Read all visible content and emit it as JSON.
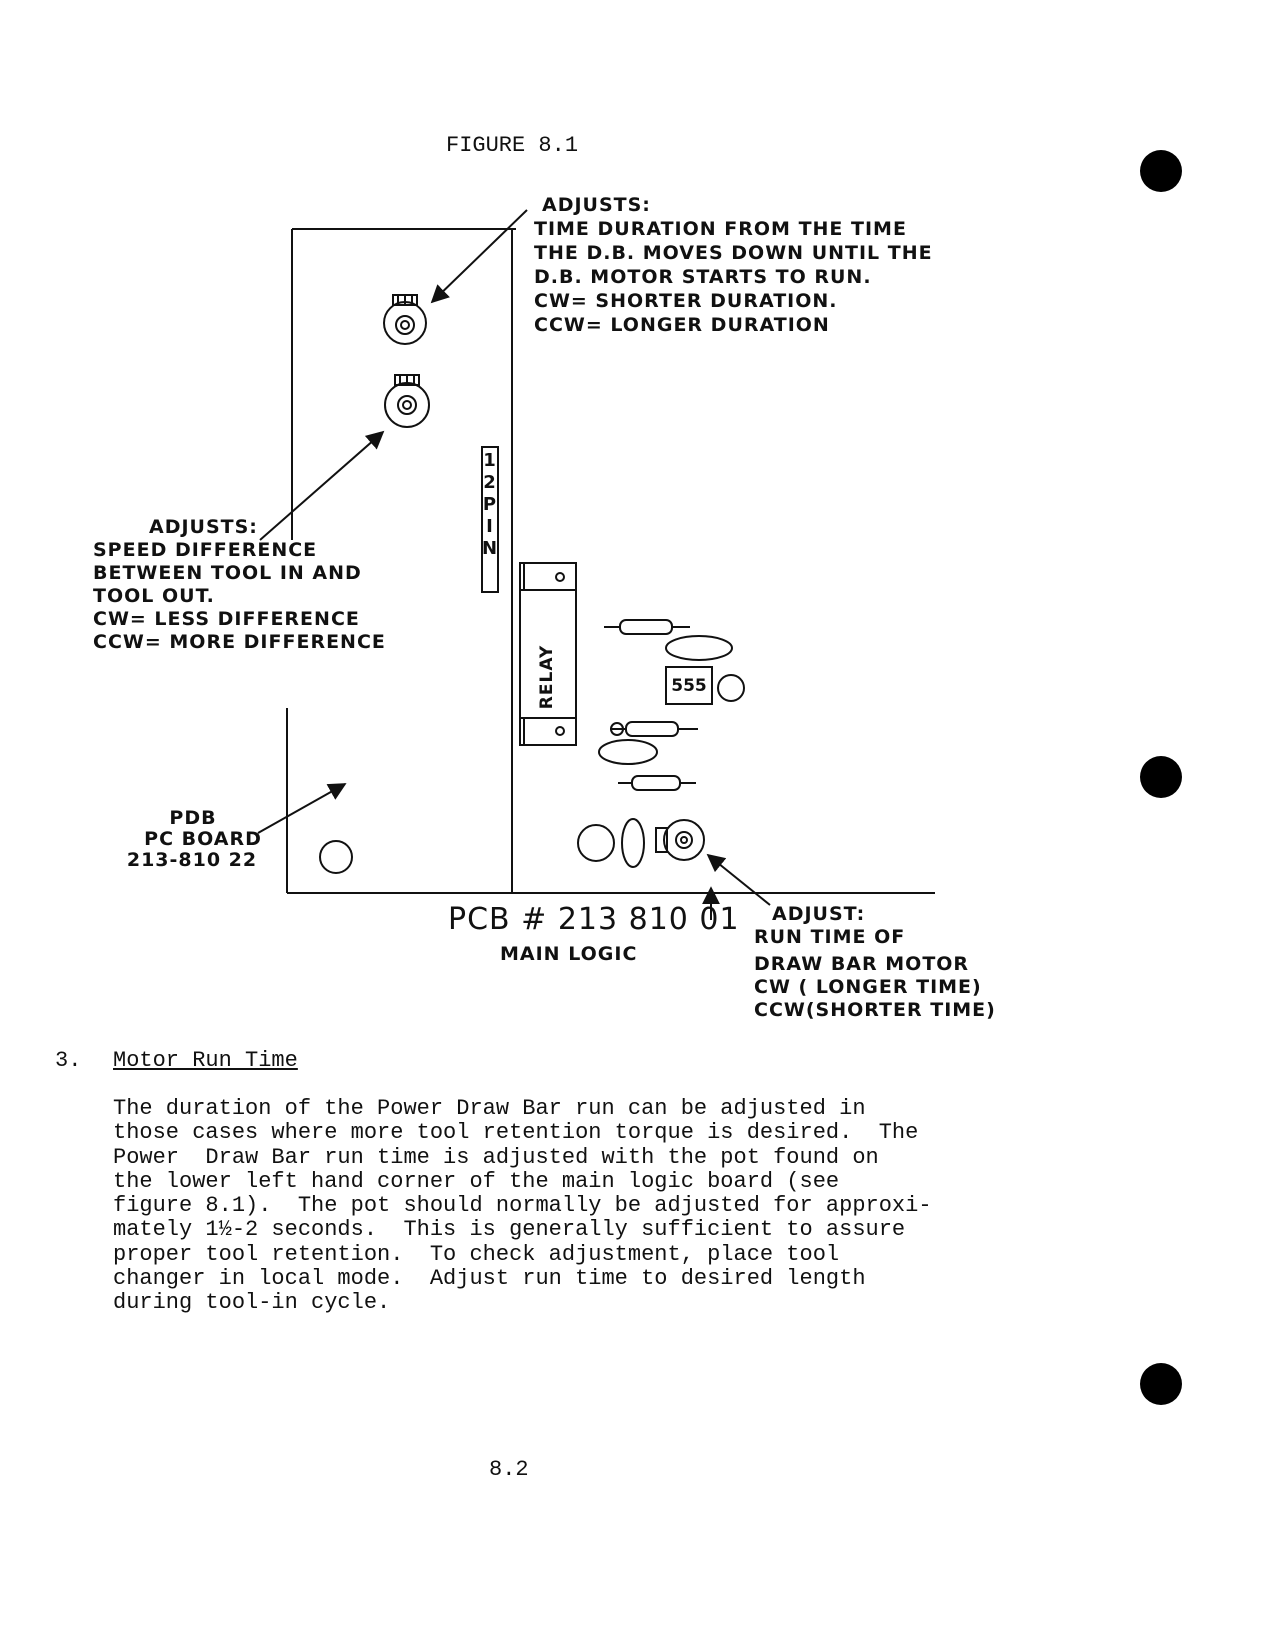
{
  "figure_title": "FIGURE 8.1",
  "diagram": {
    "callout_top": {
      "heading": "ADJUSTS:",
      "lines": [
        "TIME DURATION FROM THE TIME",
        "THE D.B. MOVES DOWN UNTIL THE",
        "D.B. MOTOR STARTS TO RUN.",
        "CW= SHORTER DURATION.",
        "CCW= LONGER DURATION"
      ]
    },
    "callout_left": {
      "heading": "ADJUSTS:",
      "lines": [
        "SPEED DIFFERENCE",
        "BETWEEN TOOL IN AND",
        "TOOL OUT.",
        "CW= LESS DIFFERENCE",
        "CCW= MORE DIFFERENCE"
      ]
    },
    "pdb_label": [
      "PDB",
      "PC BOARD",
      "213-810 22"
    ],
    "connector_label": [
      "1",
      "2",
      "P",
      "I",
      "N"
    ],
    "relay_label": "RELAY",
    "chip_label": "555",
    "pcb_label": "PCB # 213 810 01",
    "pcb_sublabel": "MAIN LOGIC",
    "callout_bottom": {
      "heading": "ADJUST:",
      "lines": [
        "RUN TIME OF",
        "DRAW BAR MOTOR",
        "CW ( LONGER TIME)",
        "CCW(SHORTER TIME)"
      ]
    }
  },
  "section": {
    "number": "3.",
    "title": "Motor Run Time",
    "paragraph_lines": [
      "The duration of the Power Draw Bar run can be adjusted in",
      "those cases where more tool retention torque is desired.  The",
      "Power  Draw Bar run time is adjusted with the pot found on",
      "the lower left hand corner of the main logic board (see",
      "figure 8.1).  The pot should normally be adjusted for approxi-",
      "mately 1½-2 seconds.  This is generally sufficient to assure",
      "proper tool retention.  To check adjustment, place tool",
      "changer in local mode.  Adjust run time to desired length",
      "during tool-in cycle."
    ]
  },
  "page_number": "8.2"
}
